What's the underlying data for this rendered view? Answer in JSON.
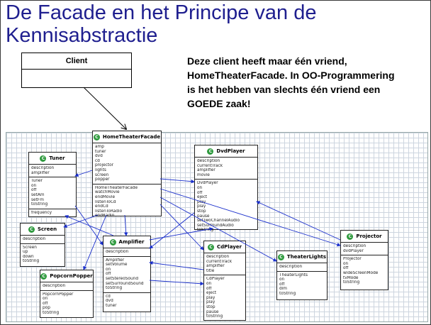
{
  "title": "De Facade en het Principe van de Kennisabstractie",
  "client_label": "Client",
  "callout": "Deze client heeft maar één vriend, HomeTheaterFacade. In OO-Programmering is het hebben van slechts één vriend een GOEDE zaak!",
  "accent_color": "#1f1f8f",
  "classes": {
    "facade": {
      "name": "HomeTheaterFacade",
      "attributes": [
        "amp",
        "tuner",
        "dvd",
        "cd",
        "projector",
        "lights",
        "screen",
        "popper"
      ],
      "operations": [
        "HomeTheaterFacade",
        "watchMovie",
        "endMovie",
        "listenToCd",
        "endCd",
        "listenToRadio",
        "endRadio"
      ]
    },
    "tuner": {
      "name": "Tuner",
      "attributes": [
        "description",
        "amplifier"
      ],
      "operations": [
        "Tuner",
        "on",
        "off",
        "setAm",
        "setFm",
        "toString"
      ],
      "extra": [
        "frequency"
      ]
    },
    "screen": {
      "name": "Screen",
      "attributes": [
        "description"
      ],
      "operations": [
        "Screen",
        "up",
        "down",
        "toString"
      ]
    },
    "popper": {
      "name": "PopcornPopper",
      "attributes": [
        "description"
      ],
      "operations": [
        "PopcornPopper",
        "on",
        "off",
        "pop",
        "toString"
      ]
    },
    "amplifier": {
      "name": "Amplifier",
      "attributes": [
        "description"
      ],
      "operations": [
        "Amplifier",
        "setVolume",
        "on",
        "off",
        "setStereoSound",
        "setSurroundSound",
        "toString"
      ],
      "extra": [
        "cd",
        "dvd",
        "tuner"
      ]
    },
    "dvd": {
      "name": "DvdPlayer",
      "attributes": [
        "description",
        "currentTrack",
        "amplifier",
        "movie"
      ],
      "operations": [
        "DvdPlayer",
        "on",
        "off",
        "eject",
        "play",
        "play",
        "stop",
        "pause",
        "setTwoChannelAudio",
        "setSurroundAudio",
        "toString"
      ]
    },
    "cd": {
      "name": "CdPlayer",
      "attributes": [
        "description",
        "currentTrack",
        "amplifier",
        "title"
      ],
      "operations": [
        "CdPlayer",
        "on",
        "off",
        "eject",
        "play",
        "play",
        "stop",
        "pause",
        "toString"
      ]
    },
    "lights": {
      "name": "TheaterLights",
      "attributes": [
        "description"
      ],
      "operations": [
        "TheaterLights",
        "on",
        "off",
        "dim",
        "toString"
      ]
    },
    "projector": {
      "name": "Projector",
      "attributes": [
        "description",
        "dvdPlayer"
      ],
      "operations": [
        "Projector",
        "on",
        "off",
        "wideScreenMode",
        "tvMode",
        "toString"
      ]
    }
  }
}
